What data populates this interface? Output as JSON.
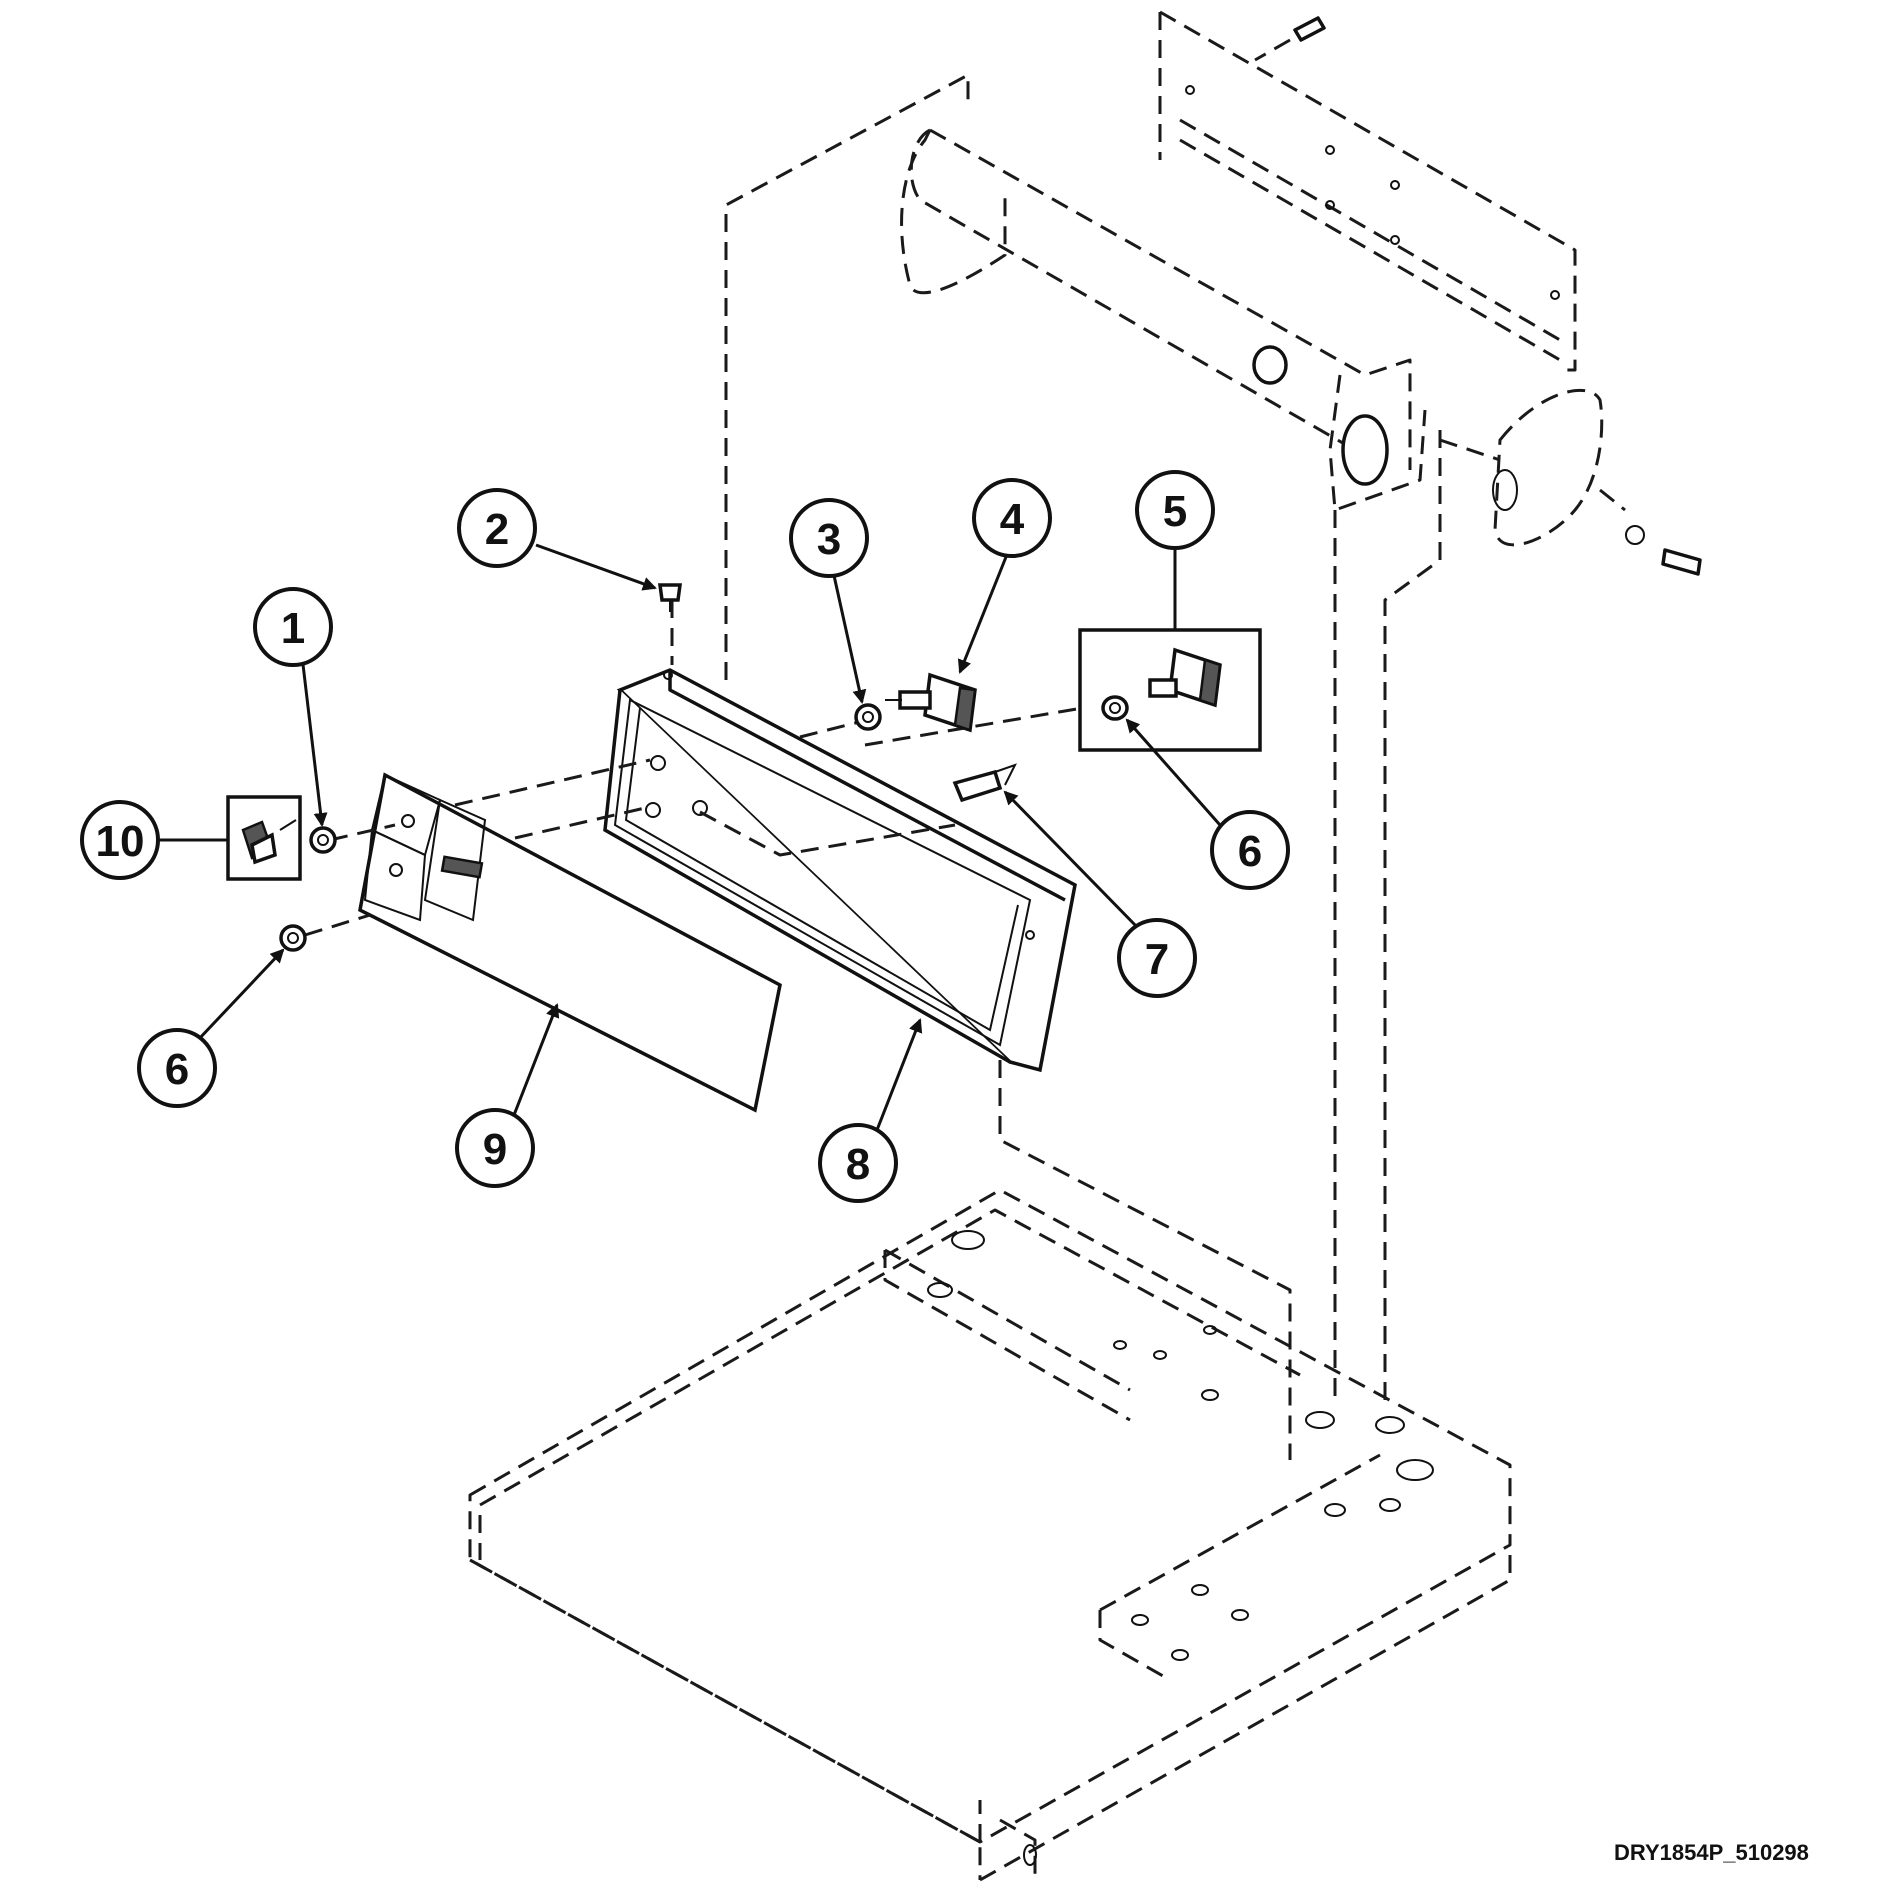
{
  "diagram": {
    "drawing_id": "DRY1854P_510298",
    "callouts": [
      {
        "label": "1"
      },
      {
        "label": "2"
      },
      {
        "label": "3"
      },
      {
        "label": "4"
      },
      {
        "label": "5"
      },
      {
        "label": "6"
      },
      {
        "label": "7"
      },
      {
        "label": "8"
      },
      {
        "label": "9"
      },
      {
        "label": "10"
      },
      {
        "label": "6"
      }
    ]
  }
}
